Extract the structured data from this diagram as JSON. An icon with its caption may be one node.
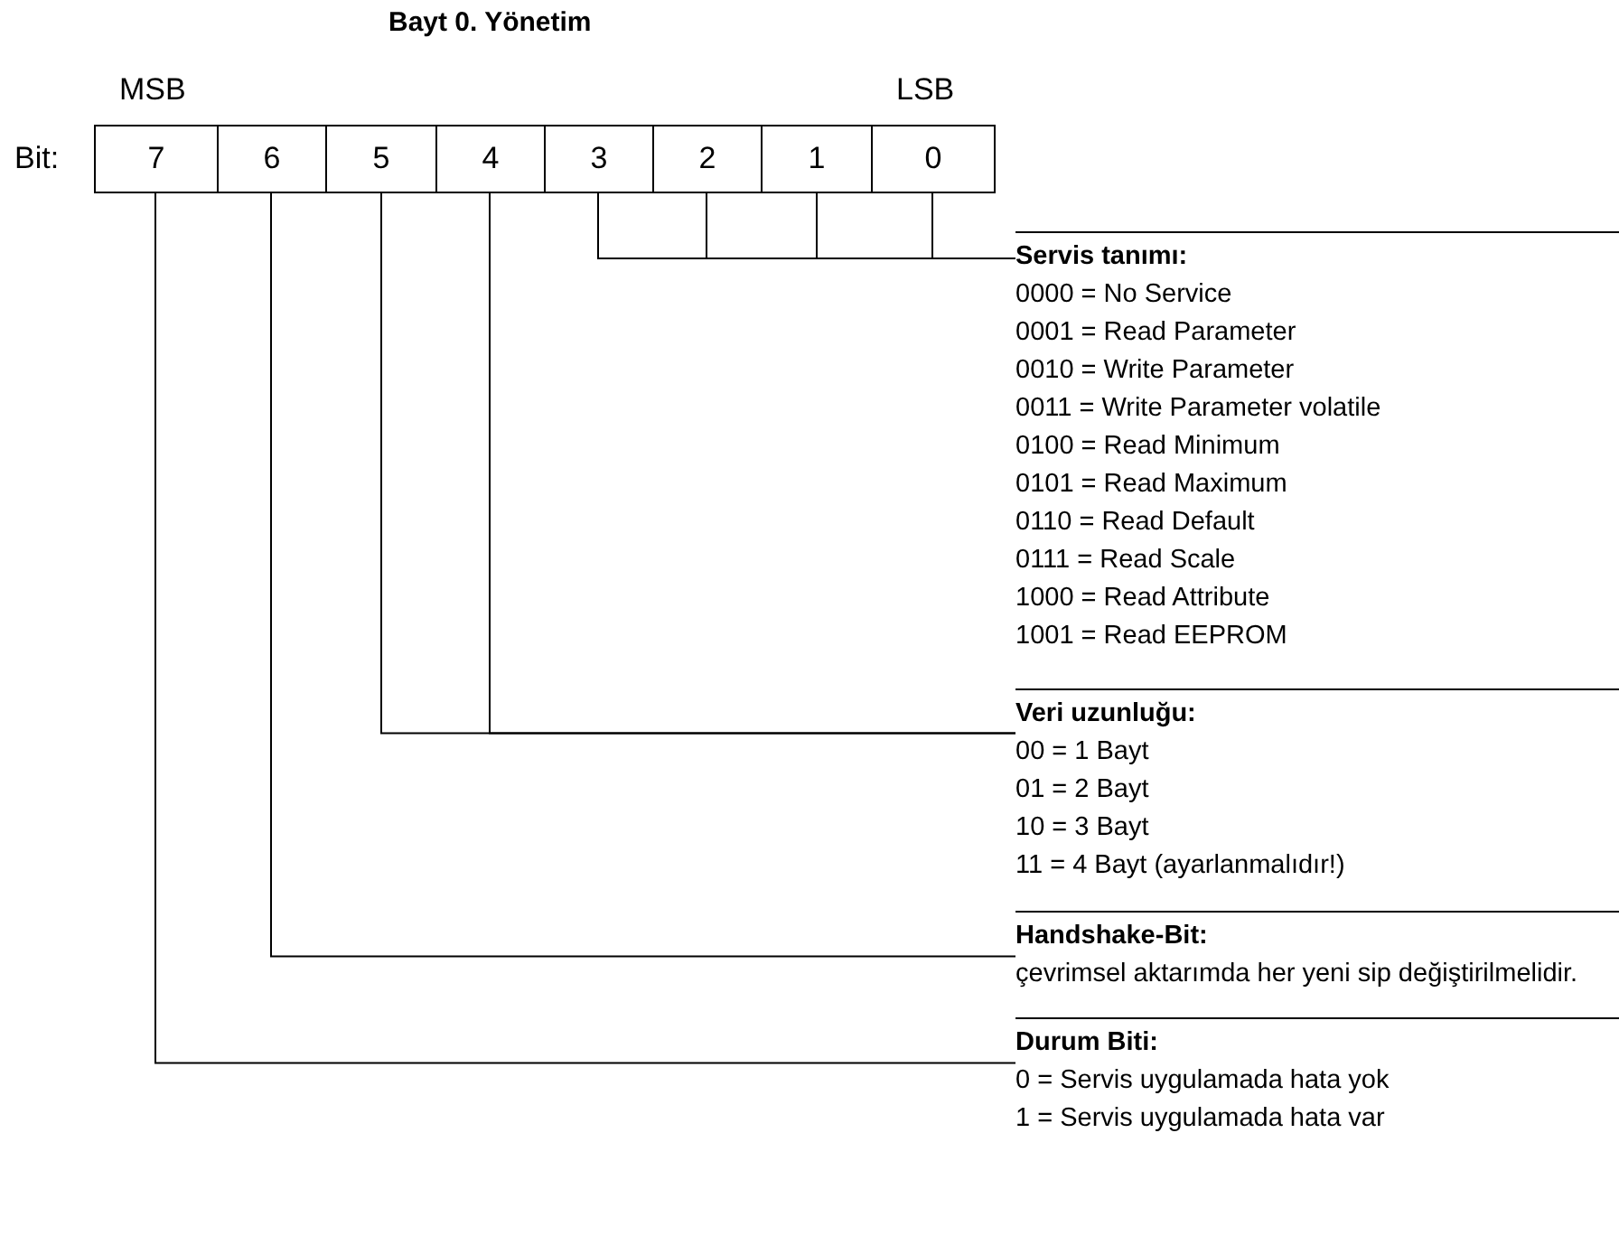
{
  "diagram": {
    "title": "Bayt 0. Yönetim",
    "nodes": [
      {
        "text": [
          "7"
        ]
      },
      {
        "text": [
          "6"
        ]
      },
      {
        "text": [
          "5"
        ]
      },
      {
        "text": [
          "4"
        ]
      },
      {
        "text": [
          "3"
        ]
      },
      {
        "text": [
          "2"
        ]
      },
      {
        "text": [
          "1"
        ]
      },
      {
        "text": [
          "0"
        ]
      },
      {
        "text": [
          "Servis tanımı:",
          "0000 = No Service",
          "0001 = Read Parameter",
          "0010 = Write Parameter",
          "0011 = Write Parameter volatile",
          "0100 = Read Minimum",
          "0101 = Read Maximum",
          "0110 = Read Default",
          "0111 = Read Scale",
          "1000 = Read Attribute",
          "1001 = Read EEPROM"
        ]
      },
      {
        "text": [
          "Veri uzunluğu:",
          "00 = 1 Bayt",
          "01 = 2 Bayt",
          "10 = 3 Bayt",
          "11 = 4 Bayt (ayarlanmalıdır!)"
        ]
      },
      {
        "text": [
          "Handshake-Bit:",
          "çevrimsel aktarımda her yeni sip değiştirilmelidir."
        ]
      },
      {
        "text": [
          "Durum Biti:",
          "0 = Servis uygulamada hata yok",
          "1 = Servis uygulamada hata var"
        ]
      }
    ],
    "edges": [
      {
        "from": 4,
        "to": 8,
        "arrow": "none"
      },
      {
        "from": 5,
        "to": 8,
        "arrow": "none"
      },
      {
        "from": 6,
        "to": 8,
        "arrow": "none"
      },
      {
        "from": 7,
        "to": 8,
        "arrow": "none"
      },
      {
        "from": 2,
        "to": 9,
        "arrow": "none"
      },
      {
        "from": 3,
        "to": 9,
        "arrow": "none"
      },
      {
        "from": 1,
        "to": 10,
        "arrow": "none"
      },
      {
        "from": 0,
        "to": 11,
        "arrow": "none"
      }
    ],
    "labels": [
      "MSB",
      "LSB",
      "Bit:"
    ]
  }
}
